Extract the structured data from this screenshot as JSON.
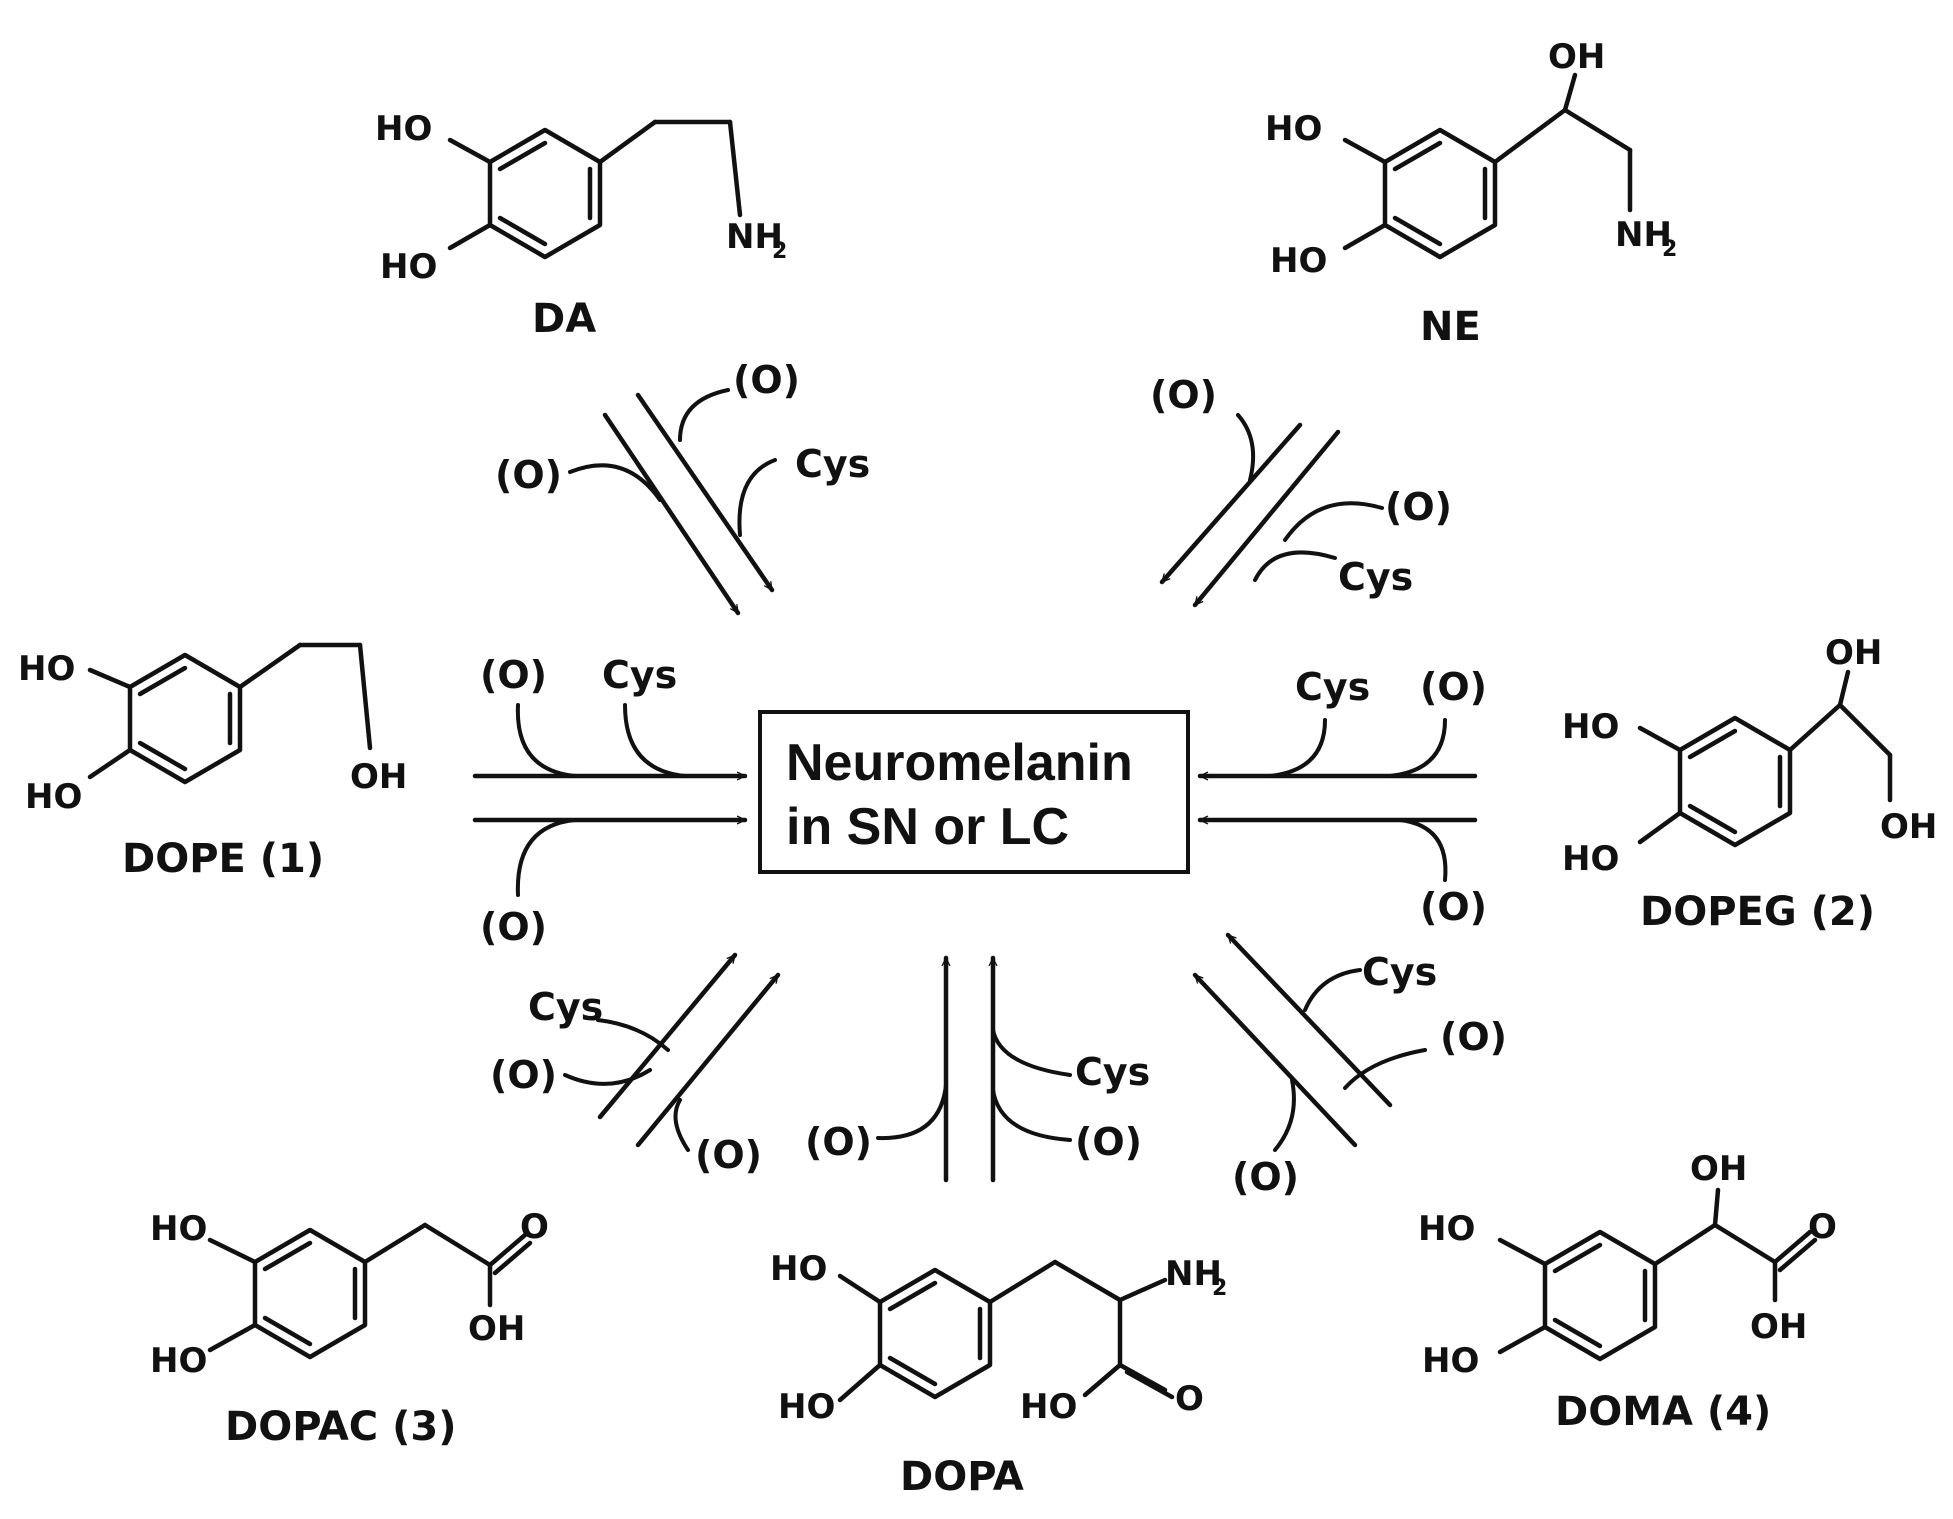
{
  "center_box": {
    "line1": "Neuromelanin",
    "line2": "in SN or LC"
  },
  "compounds": {
    "da": {
      "name": "DA",
      "ho_top": "HO",
      "ho_bottom": "HO",
      "nh2": "NH",
      "nh2_sub": "2"
    },
    "ne": {
      "name": "NE",
      "ho_top": "HO",
      "ho_bottom": "HO",
      "oh": "OH",
      "nh2": "NH",
      "nh2_sub": "2"
    },
    "dope": {
      "name": "DOPE (1)",
      "ho_top": "HO",
      "ho_bottom": "HO",
      "oh": "OH"
    },
    "dopeg": {
      "name": "DOPEG (2)",
      "ho_top": "HO",
      "ho_bottom": "HO",
      "oh_top": "OH",
      "oh_end": "OH"
    },
    "dopac": {
      "name": "DOPAC (3)",
      "ho_top": "HO",
      "ho_bottom": "HO",
      "o": "O",
      "oh": "OH"
    },
    "doma": {
      "name": "DOMA (4)",
      "ho_top": "HO",
      "ho_bottom": "HO",
      "oh_top": "OH",
      "o": "O",
      "oh": "OH"
    },
    "dopa": {
      "name": "DOPA",
      "ho_top": "HO",
      "ho_bottom": "HO",
      "nh2": "NH",
      "nh2_sub": "2",
      "ho_acid": "HO",
      "o": "O"
    }
  },
  "reagents": {
    "oxidation": "(O)",
    "cysteine": "Cys"
  }
}
